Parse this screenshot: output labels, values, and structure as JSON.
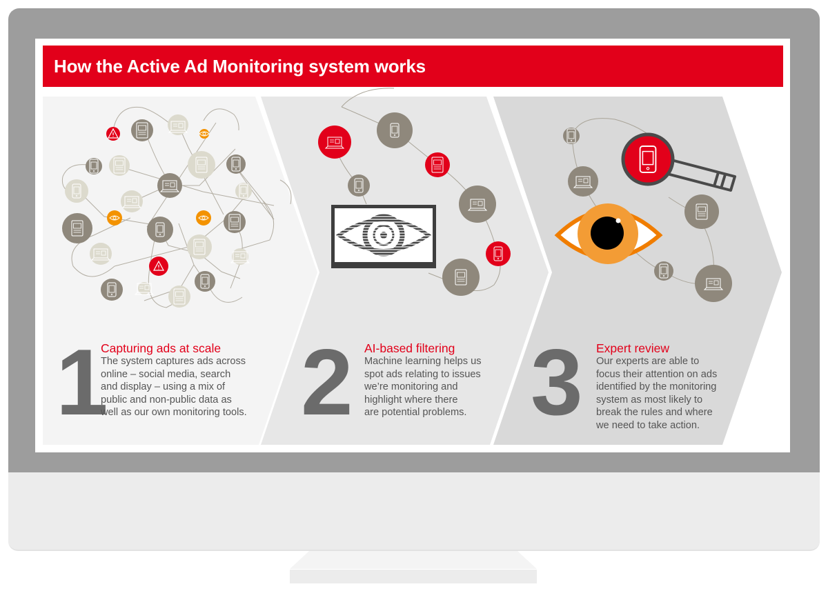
{
  "header": {
    "title": "How the Active Ad Monitoring system works"
  },
  "colors": {
    "brand_red": "#e2001a",
    "accent_orange": "#f39200",
    "node_dark": "#8f887c",
    "node_light": "#dcdacd",
    "bezel": "#9d9d9d",
    "panel1_bg": "#f4f4f4",
    "panel2_bg": "#e7e7e7",
    "panel3_bg": "#d9d9d9"
  },
  "steps": [
    {
      "number": "1",
      "title": "Capturing ads at scale",
      "body_lines": [
        "The system captures ads across",
        "online – social media, search",
        "and display – using a mix of",
        "public and non-public data as",
        "well as our own monitoring tools."
      ],
      "illustration": "network-of-devices-icon"
    },
    {
      "number": "2",
      "title": "AI-based filtering",
      "body_lines": [
        "Machine learning helps us",
        "spot ads relating to issues",
        "we’re monitoring and",
        "highlight where there",
        "are potential problems."
      ],
      "illustration": "screen-eye-icon"
    },
    {
      "number": "3",
      "title": "Expert review",
      "body_lines": [
        "Our experts are able to",
        "focus their attention on ads",
        "identified by the monitoring",
        "system as most likely to",
        "break the rules and where",
        "we need to take action."
      ],
      "illustration": "magnifier-and-eye-icon"
    }
  ]
}
